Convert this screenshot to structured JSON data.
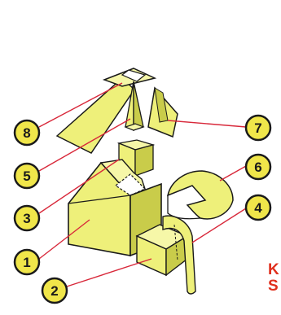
{
  "callouts": [
    {
      "id": "part-8",
      "label": "8"
    },
    {
      "id": "part-5",
      "label": "5"
    },
    {
      "id": "part-3",
      "label": "3"
    },
    {
      "id": "part-1",
      "label": "1"
    },
    {
      "id": "part-2",
      "label": "2"
    },
    {
      "id": "part-7",
      "label": "7"
    },
    {
      "id": "part-6",
      "label": "6"
    },
    {
      "id": "part-4",
      "label": "4"
    }
  ],
  "corner_text": [
    "K",
    "S"
  ],
  "colors": {
    "part_fill": "#eef07a",
    "part_fill_light": "#f6f7a8",
    "part_fill_dark": "#c9cc4a",
    "outline": "#1a1a1a",
    "leader_line": "#d8283a",
    "badge_fill": "#f0e64a",
    "corner_text": "#e0301e"
  }
}
